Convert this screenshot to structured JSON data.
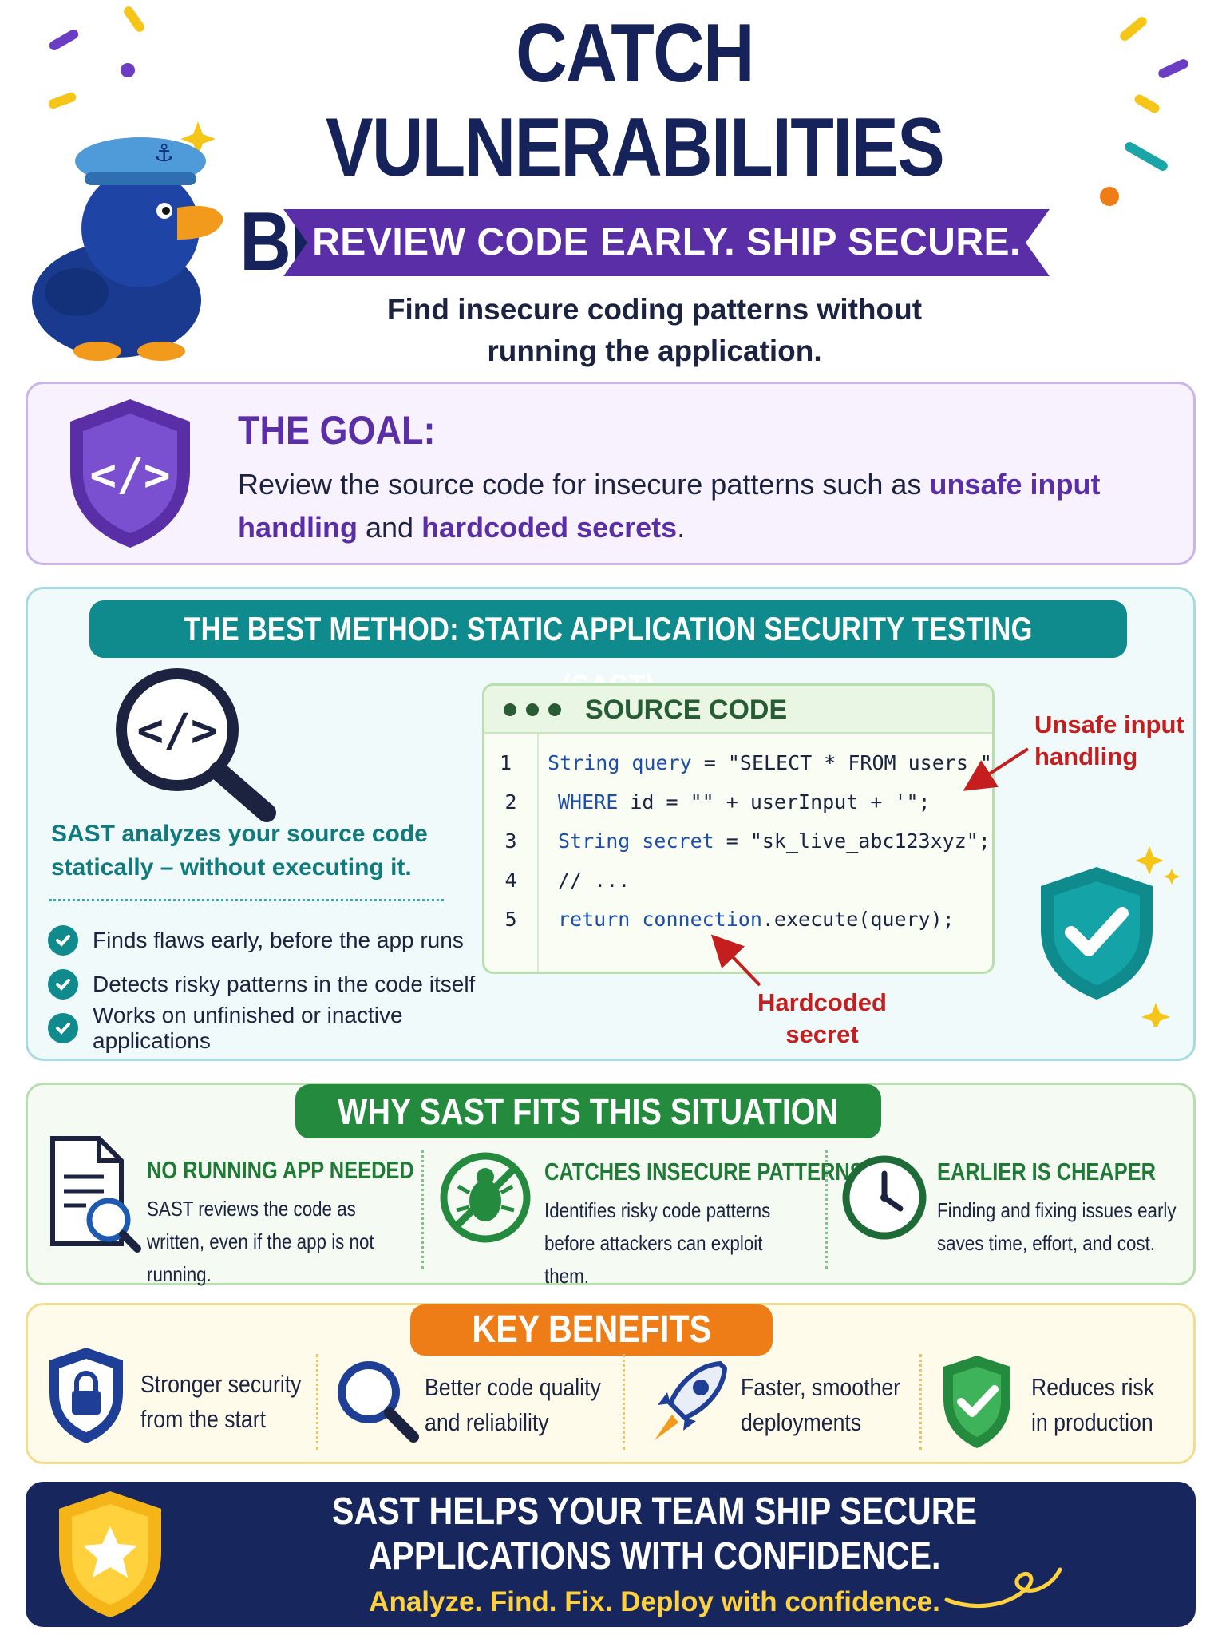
{
  "header": {
    "title": "CATCH VULNERABILITIES BEFORE DEPLOYMENT",
    "tagline": "REVIEW CODE EARLY. SHIP SECURE.",
    "intro": "Find insecure coding patterns without running the application."
  },
  "goal": {
    "title": "THE GOAL:",
    "text_prefix": "Review the source code for insecure patterns such as ",
    "highlight_1": "unsafe input handling",
    "text_mid": " and ",
    "highlight_2": "hardcoded secrets",
    "text_suffix": "."
  },
  "method": {
    "banner": "THE BEST METHOD: STATIC APPLICATION SECURITY TESTING (SAST)",
    "description": "SAST analyzes your source code statically – without executing it.",
    "checks": [
      "Finds flaws early, before the app runs",
      "Detects risky patterns in the code itself",
      "Works on unfinished or inactive applications"
    ],
    "code_header": "SOURCE CODE",
    "code_lines": [
      {
        "num": "1",
        "kw": "String query",
        "rest": " = \"SELECT * FROM users \""
      },
      {
        "num": "2",
        "kw": "WHERE",
        "rest": " id = \"\" + userInput + '\";"
      },
      {
        "num": "3",
        "kw": "String secret",
        "rest": " = \"sk_live_abc123xyz\";"
      },
      {
        "num": "4",
        "kw": "",
        "rest": "// ..."
      },
      {
        "num": "5",
        "kw": "return connection",
        "rest": ".execute(query);"
      }
    ],
    "callout_input": "Unsafe input handling",
    "callout_secret": "Hardcoded secret"
  },
  "why": {
    "banner": "WHY SAST FITS THIS SITUATION",
    "items": [
      {
        "title": "NO RUNNING APP NEEDED",
        "body": "SAST reviews the code as written, even if the app is not running."
      },
      {
        "title": "CATCHES INSECURE PATTERNS",
        "body": "Identifies risky code patterns before attackers can exploit them."
      },
      {
        "title": "EARLIER IS CHEAPER",
        "body": "Finding and fixing issues early saves time, effort, and cost."
      }
    ]
  },
  "benefits": {
    "banner": "KEY BENEFITS",
    "items": [
      {
        "line1": "Stronger security",
        "line2": "from the start"
      },
      {
        "line1": "Better code quality",
        "line2": "and reliability"
      },
      {
        "line1": "Faster, smoother",
        "line2": "deployments"
      },
      {
        "line1": "Reduces risk",
        "line2": "in production"
      }
    ]
  },
  "footer": {
    "title": "SAST HELPS YOUR TEAM SHIP SECURE APPLICATIONS WITH CONFIDENCE.",
    "subtitle": "Analyze. Find. Fix. Deploy with confidence."
  },
  "colors": {
    "navy": "#16225a",
    "purple": "#5a2ea6",
    "teal": "#0f8a8d",
    "green": "#248a3d",
    "orange": "#ef7d17",
    "red": "#c41e1e",
    "gold": "#ffd23d"
  },
  "icons": [
    "duck-mascot-icon",
    "code-shield-icon",
    "magnifier-code-icon",
    "check-shield-icon",
    "document-search-icon",
    "no-bug-icon",
    "clock-icon",
    "lock-shield-icon",
    "magnifier-icon",
    "rocket-icon",
    "star-shield-icon"
  ]
}
